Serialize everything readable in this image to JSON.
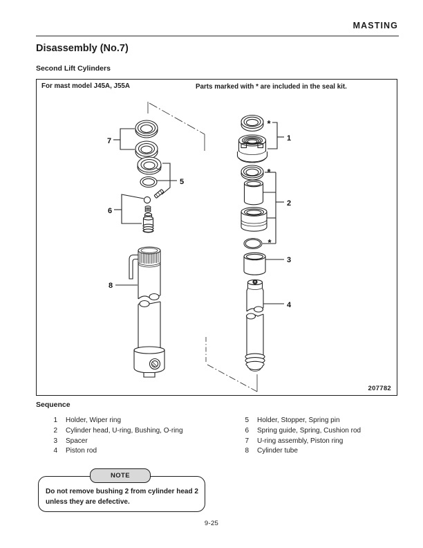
{
  "page": {
    "header": "MASTING",
    "title": "Disassembly (No.7)",
    "subtitle": "Second Lift Cylinders",
    "page_number": "9-25"
  },
  "figure": {
    "caption_left": "For mast model J45A, J55A",
    "caption_right": "Parts marked with * are included in the seal kit.",
    "figure_number": "207782",
    "seal_mark": "*",
    "callouts": [
      "1",
      "2",
      "3",
      "4",
      "5",
      "6",
      "7",
      "8"
    ]
  },
  "sequence": {
    "heading": "Sequence",
    "left": [
      {
        "num": "1",
        "label": "Holder, Wiper ring"
      },
      {
        "num": "2",
        "label": "Cylinder head, U-ring, Bushing, O-ring"
      },
      {
        "num": "3",
        "label": "Spacer"
      },
      {
        "num": "4",
        "label": "Piston rod"
      }
    ],
    "right": [
      {
        "num": "5",
        "label": "Holder, Stopper, Spring pin"
      },
      {
        "num": "6",
        "label": "Spring guide, Spring, Cushion rod"
      },
      {
        "num": "7",
        "label": "U-ring assembly, Piston ring"
      },
      {
        "num": "8",
        "label": "Cylinder tube"
      }
    ]
  },
  "note": {
    "tab": "NOTE",
    "text": "Do not remove bushing 2 from cylinder head 2 unless they are defective."
  },
  "colors": {
    "ink": "#1c1c1c",
    "rule": "#8f8f8f",
    "note_tab_bg": "#d9d9d9",
    "diagram_stroke": "#222222"
  }
}
